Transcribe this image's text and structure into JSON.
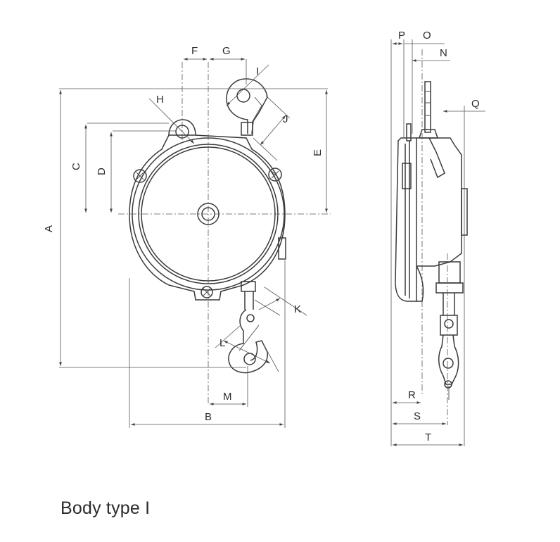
{
  "caption": "Body type I",
  "labels": {
    "A": "A",
    "B": "B",
    "C": "C",
    "D": "D",
    "E": "E",
    "F": "F",
    "G": "G",
    "H": "H",
    "I": "I",
    "J": "J",
    "K": "K",
    "L": "L",
    "M": "M",
    "N": "N",
    "O": "O",
    "P": "P",
    "Q": "Q",
    "R": "R",
    "S": "S",
    "T": "T"
  }
}
